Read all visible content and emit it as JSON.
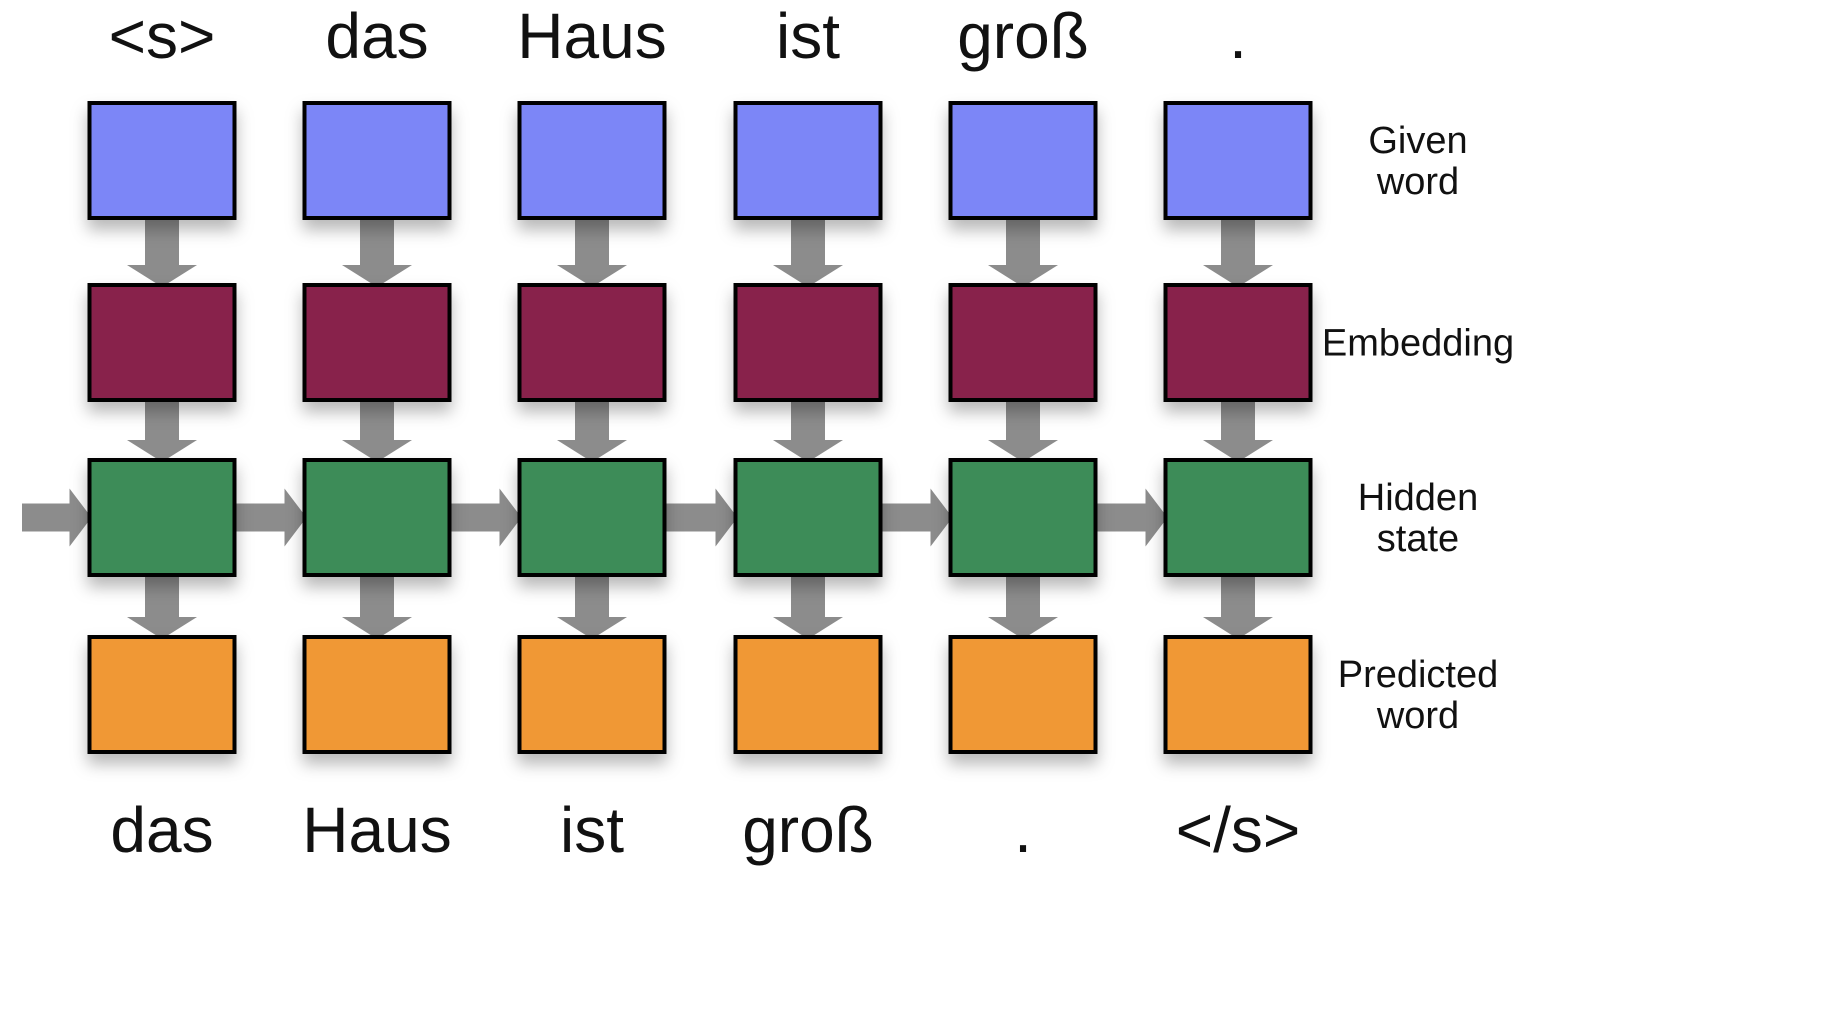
{
  "diagram": {
    "input_words": [
      "<s>",
      "das",
      "Haus",
      "ist",
      "groß",
      "."
    ],
    "output_words": [
      "das",
      "Haus",
      "ist",
      "groß",
      ".",
      "</s>"
    ],
    "rows": [
      {
        "key": "given",
        "label_lines": [
          "Given",
          "word"
        ],
        "color": "#7b86f7"
      },
      {
        "key": "embed",
        "label_lines": [
          "Embedding"
        ],
        "color": "#88234c"
      },
      {
        "key": "hidden",
        "label_lines": [
          "Hidden",
          "state"
        ],
        "color": "#3d8c58"
      },
      {
        "key": "predict",
        "label_lines": [
          "Predicted",
          "word"
        ],
        "color": "#f09836"
      }
    ],
    "arrow_color": "#8c8c8c"
  }
}
